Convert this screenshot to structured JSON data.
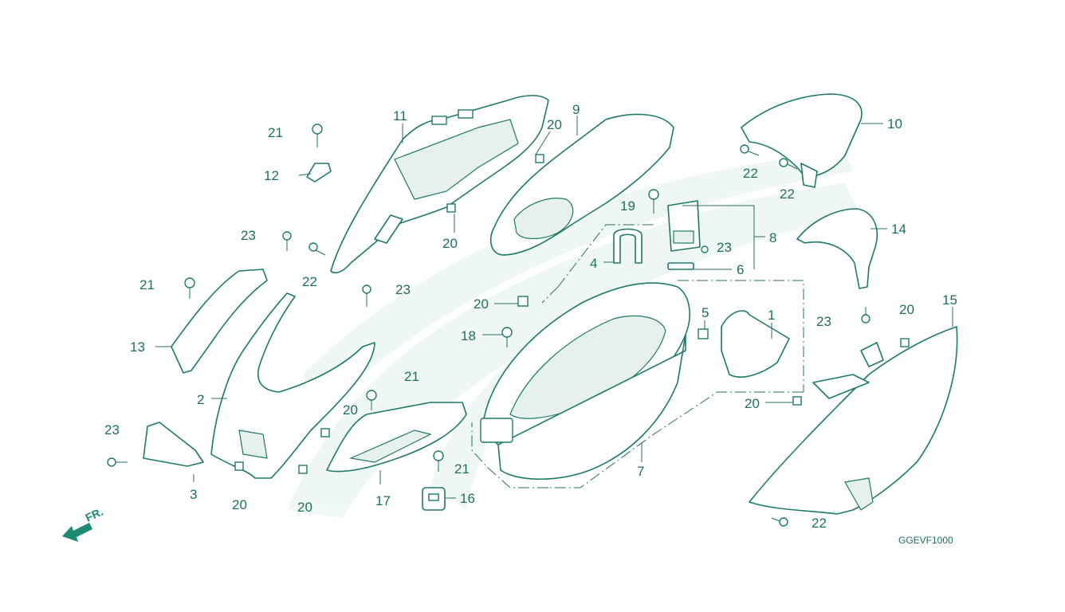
{
  "diagram": {
    "drawing_code": "GGEVF1000",
    "direction_label": "FR.",
    "colors": {
      "line": "#1e7a65",
      "text": "#1f6f5e",
      "watermark": "#e3f2ee",
      "arrow": "#1e8a72"
    },
    "callouts": [
      {
        "id": "c1",
        "text": "1"
      },
      {
        "id": "c2",
        "text": "2"
      },
      {
        "id": "c3",
        "text": "3"
      },
      {
        "id": "c4",
        "text": "4"
      },
      {
        "id": "c5",
        "text": "5"
      },
      {
        "id": "c6",
        "text": "6"
      },
      {
        "id": "c7",
        "text": "7"
      },
      {
        "id": "c8",
        "text": "8"
      },
      {
        "id": "c9",
        "text": "9"
      },
      {
        "id": "c10",
        "text": "10"
      },
      {
        "id": "c11",
        "text": "11"
      },
      {
        "id": "c12",
        "text": "12"
      },
      {
        "id": "c13",
        "text": "13"
      },
      {
        "id": "c14",
        "text": "14"
      },
      {
        "id": "c15",
        "text": "15"
      },
      {
        "id": "c16",
        "text": "16"
      },
      {
        "id": "c17",
        "text": "17"
      },
      {
        "id": "c18",
        "text": "18"
      },
      {
        "id": "c19",
        "text": "19"
      },
      {
        "id": "c20a",
        "text": "20"
      },
      {
        "id": "c20b",
        "text": "20"
      },
      {
        "id": "c20c",
        "text": "20"
      },
      {
        "id": "c20d",
        "text": "20"
      },
      {
        "id": "c20e",
        "text": "20"
      },
      {
        "id": "c20f",
        "text": "20"
      },
      {
        "id": "c20g",
        "text": "20"
      },
      {
        "id": "c20h",
        "text": "20"
      },
      {
        "id": "c21a",
        "text": "21"
      },
      {
        "id": "c21b",
        "text": "21"
      },
      {
        "id": "c21c",
        "text": "21"
      },
      {
        "id": "c21d",
        "text": "21"
      },
      {
        "id": "c22a",
        "text": "22"
      },
      {
        "id": "c22b",
        "text": "22"
      },
      {
        "id": "c22c",
        "text": "22"
      },
      {
        "id": "c22d",
        "text": "22"
      },
      {
        "id": "c23a",
        "text": "23"
      },
      {
        "id": "c23b",
        "text": "23"
      },
      {
        "id": "c23c",
        "text": "23"
      },
      {
        "id": "c23d",
        "text": "23"
      },
      {
        "id": "c23e",
        "text": "23"
      }
    ]
  }
}
